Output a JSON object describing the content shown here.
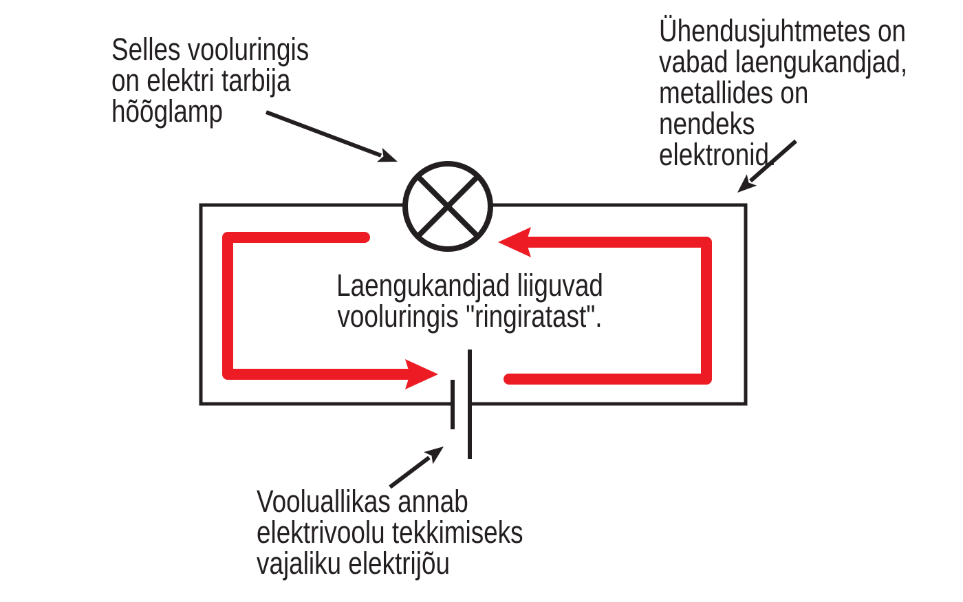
{
  "labels": {
    "lamp_note": "Selles vooluringis\non elektri tarbija\nhõõglamp",
    "wires_note": "Ühendusjuhtmetes on\nvabad laengukandjad,\nmetallides on nendeks\nelektronid.",
    "flow_note": "Laengukandjad liiguvad\nvooluringis \"ringiratast\".",
    "source_note": "Vooluallikas annab\nelektrivoolu tekkimiseks\nvajaliku elektrijõu"
  },
  "icons": {
    "lamp": "lamp-icon",
    "battery": "battery-icon",
    "current_flow_left": "red-flow-arrow-icon",
    "current_flow_right": "red-flow-arrow-icon",
    "pointer": "black-pointer-arrow-icon"
  },
  "colors": {
    "flow_arrow_red": "#ED1C24",
    "line_black": "#231F20",
    "background": "#FFFFFF"
  }
}
